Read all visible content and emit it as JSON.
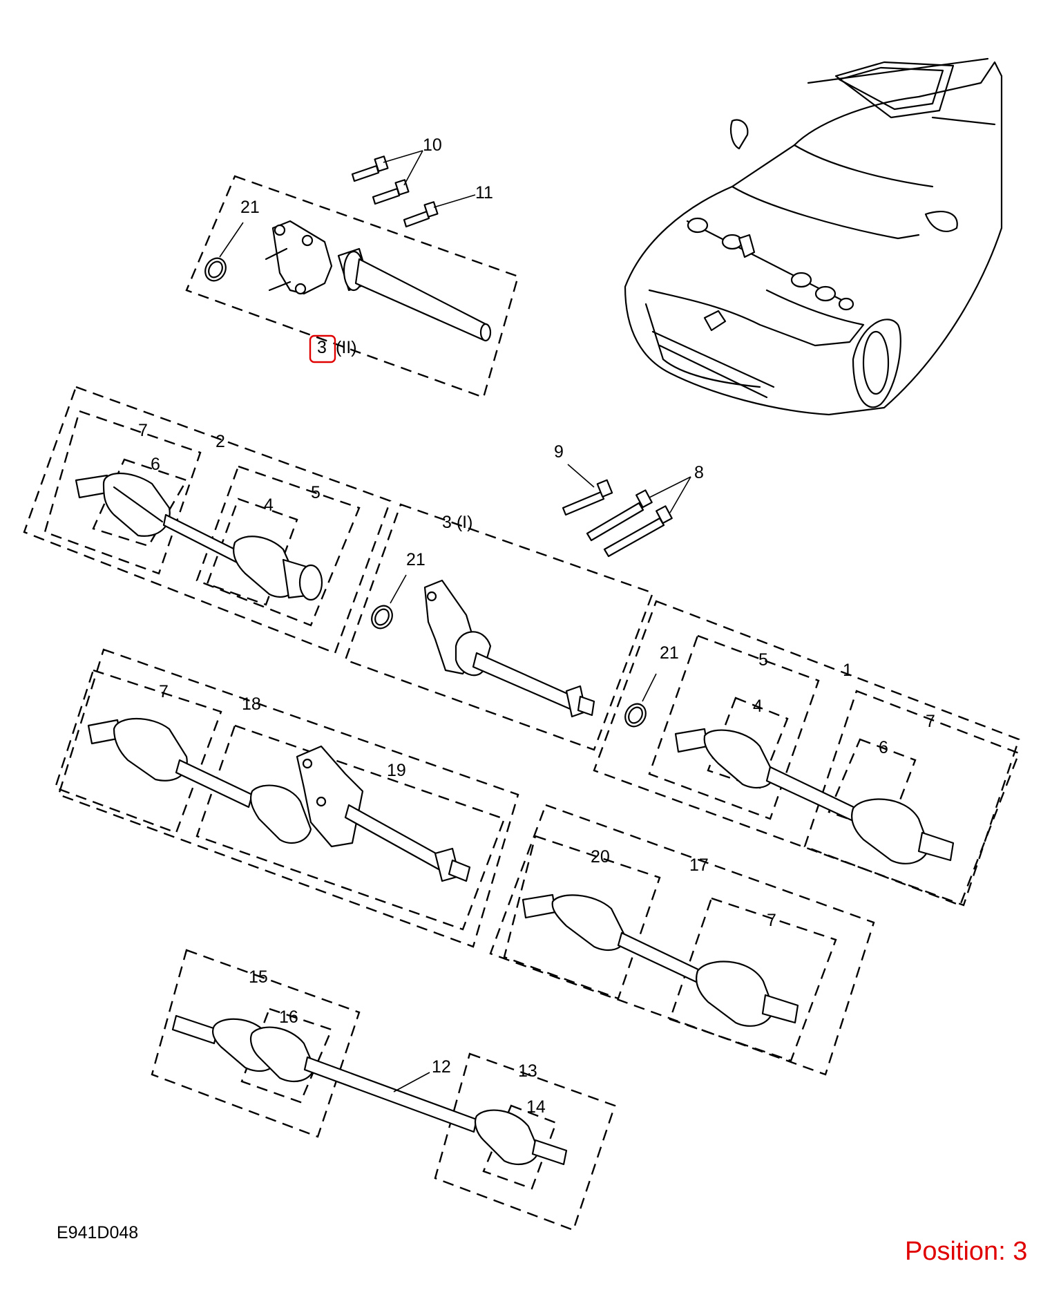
{
  "diagram": {
    "callouts": {
      "c10": "10",
      "c11": "11",
      "c21a": "21",
      "c3a": "3",
      "c3a_suffix": "(II)",
      "c2": "2",
      "c7a": "7",
      "c6a": "6",
      "c5a": "5",
      "c4a": "4",
      "c9": "9",
      "c8": "8",
      "c3b": "3 (I)",
      "c21b": "21",
      "c7b": "7",
      "c18": "18",
      "c19": "19",
      "c21c": "21",
      "c5b": "5",
      "c1": "1",
      "c4b": "4",
      "c7c": "7",
      "c6b": "6",
      "c20": "20",
      "c17": "17",
      "c7d": "7",
      "c15": "15",
      "c16": "16",
      "c12": "12",
      "c13": "13",
      "c14": "14"
    },
    "highlighted_callout": "3",
    "highlight_color": "#e00000"
  },
  "footer": {
    "drawing_code": "E941D048",
    "position_label": "Position: 3"
  }
}
